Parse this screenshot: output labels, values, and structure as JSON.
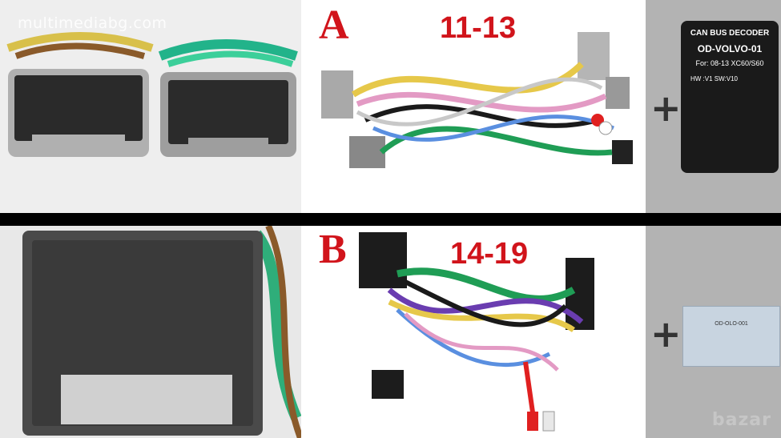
{
  "watermark": "multimediabg.com",
  "section_a": {
    "letter": "A",
    "years": "11-13"
  },
  "section_b": {
    "letter": "B",
    "years": "14-19"
  },
  "plus_sign": "+",
  "decoder": {
    "line1": "CAN BUS DECODER",
    "line2": "OD-VOLVO-01",
    "line3": "For: 08-13 XC60/S60",
    "line4": "HW :V1  SW:V10"
  },
  "small_decoder_label": "OD-OLO-001",
  "site_logo": "bazar",
  "colors": {
    "accent": "#d1141b",
    "separator": "#000000",
    "decoder_box": "#1a1a1a"
  }
}
